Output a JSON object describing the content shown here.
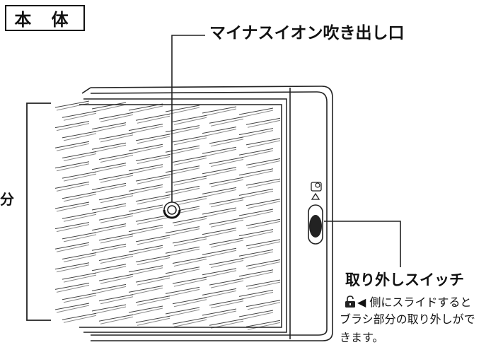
{
  "title": "本 体",
  "labels": {
    "ion_outlet": "マイナスイオン吹き出し口",
    "brush_part": "分",
    "switch_title": "取り外しスイッチ",
    "switch_desc_line1": "◀ 側にスライドすると",
    "switch_desc_line2": "ブラシ部分の取り外しがで",
    "switch_desc_line3": "きます。"
  },
  "icons": {
    "lock_icon": "unlock-icon",
    "switch_indicator": "slide-arrow-icon"
  }
}
